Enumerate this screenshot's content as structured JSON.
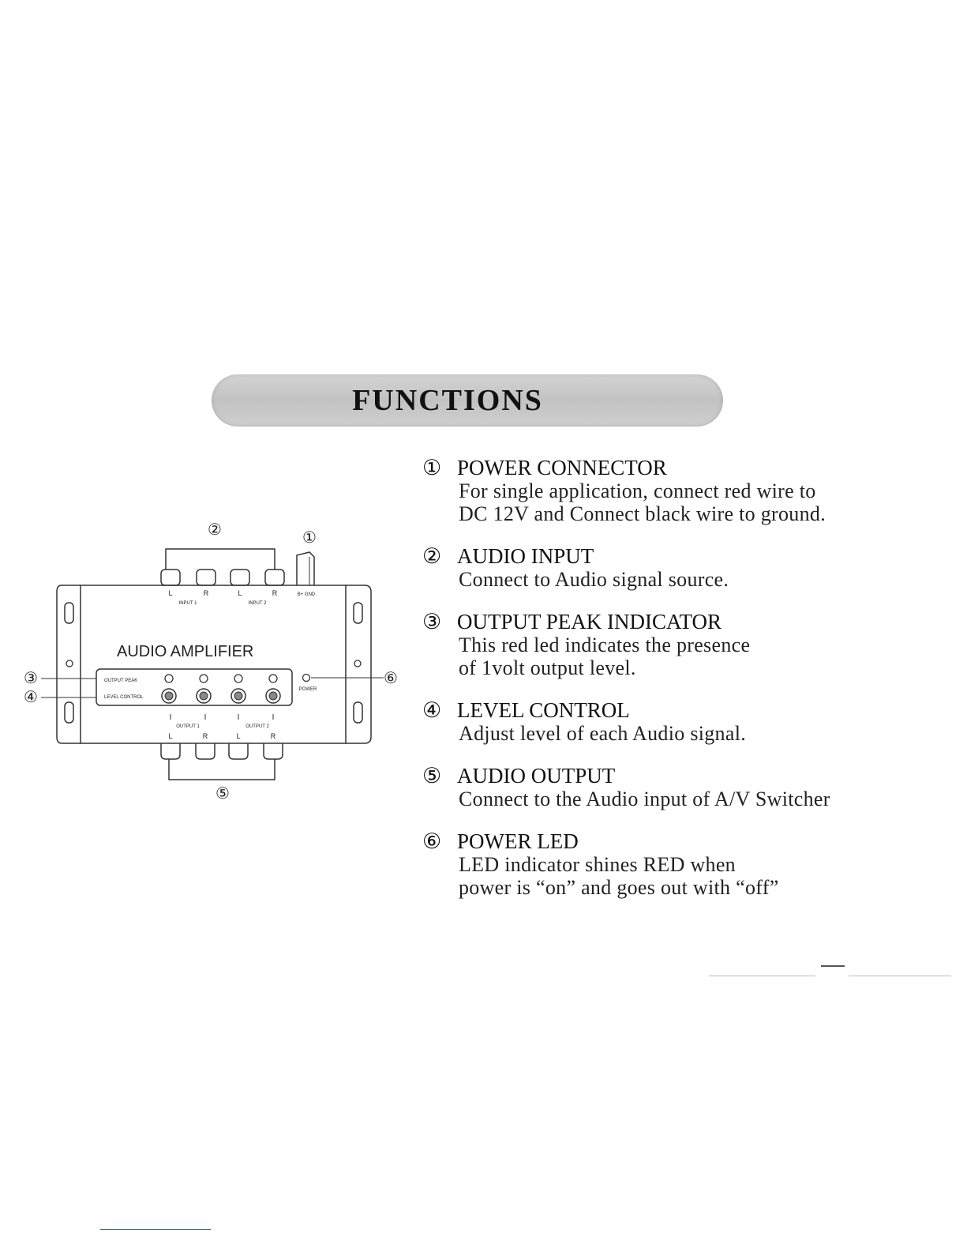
{
  "banner": {
    "title": "FUNCTIONS"
  },
  "diagram": {
    "device_title": "AUDIO  AMPLIFIER",
    "top_labels": [
      "L",
      "R",
      "L",
      "R"
    ],
    "top_group_labels": [
      "INPUT 1",
      "INPUT 2"
    ],
    "power_label": "B+ GND",
    "peak_row_label": "OUTPUT PEAK",
    "level_row_label": "LEVEL CONTROL",
    "power_led_label": "POWER",
    "bottom_group_labels": [
      "OUTPUT 1",
      "OUTPUT 2"
    ],
    "bottom_labels": [
      "L",
      "R",
      "L",
      "R"
    ],
    "callouts": {
      "c1": "①",
      "c2": "②",
      "c3": "③",
      "c4": "④",
      "c5": "⑤",
      "c6": "⑥"
    }
  },
  "items": [
    {
      "num": "①",
      "title": "POWER CONNECTOR",
      "lines": [
        "For single application, connect red wire to",
        "DC 12V and Connect black wire to ground."
      ]
    },
    {
      "num": "②",
      "title": "AUDIO INPUT",
      "lines": [
        "Connect to Audio signal source."
      ]
    },
    {
      "num": "③",
      "title": "OUTPUT PEAK INDICATOR",
      "lines": [
        "This red led indicates the presence",
        "of 1volt output level."
      ]
    },
    {
      "num": "④",
      "title": "LEVEL CONTROL",
      "lines": [
        "Adjust level of each Audio signal."
      ]
    },
    {
      "num": "⑤",
      "title": "AUDIO OUTPUT",
      "lines": [
        "Connect to the Audio input of A/V Switcher"
      ]
    },
    {
      "num": "⑥",
      "title": "POWER LED",
      "lines": [
        "LED indicator shines RED when",
        "power is “on” and goes out with “off”"
      ]
    }
  ]
}
